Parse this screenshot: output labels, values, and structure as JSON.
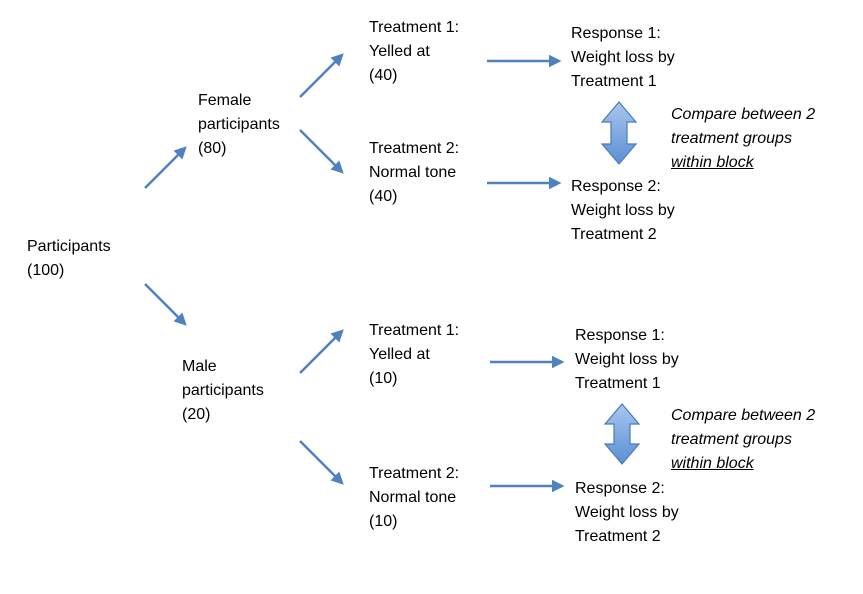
{
  "colors": {
    "arrow": "#4F81BD",
    "double_arrow_top": "#A9C6EE",
    "double_arrow_bottom": "#5B8FD4",
    "double_arrow_stroke": "#4A7AB8",
    "text": "#000000"
  },
  "root": {
    "line1": "Participants",
    "line2": "(100)"
  },
  "female": {
    "line1": "Female",
    "line2": "participants",
    "line3": "(80)",
    "treatment1": {
      "line1": "Treatment 1:",
      "line2": "Yelled at",
      "line3": "(40)"
    },
    "treatment2": {
      "line1": "Treatment 2:",
      "line2": "Normal tone",
      "line3": "(40)"
    },
    "response1": {
      "line1": "Response 1:",
      "line2": "Weight loss by",
      "line3": "Treatment 1"
    },
    "response2": {
      "line1": "Response 2:",
      "line2": "Weight loss by",
      "line3": "Treatment 2"
    },
    "note": {
      "line1": "Compare between 2",
      "line2": "treatment groups",
      "line3": "within block"
    }
  },
  "male": {
    "line1": "Male",
    "line2": "participants",
    "line3": "(20)",
    "treatment1": {
      "line1": "Treatment 1:",
      "line2": "Yelled at",
      "line3": "(10)"
    },
    "treatment2": {
      "line1": "Treatment 2:",
      "line2": "Normal tone",
      "line3": "(10)"
    },
    "response1": {
      "line1": "Response 1:",
      "line2": "Weight loss by",
      "line3": "Treatment 1"
    },
    "response2": {
      "line1": "Response 2:",
      "line2": "Weight loss by",
      "line3": "Treatment 2"
    },
    "note": {
      "line1": "Compare between 2",
      "line2": "treatment groups",
      "line3": "within block"
    }
  }
}
